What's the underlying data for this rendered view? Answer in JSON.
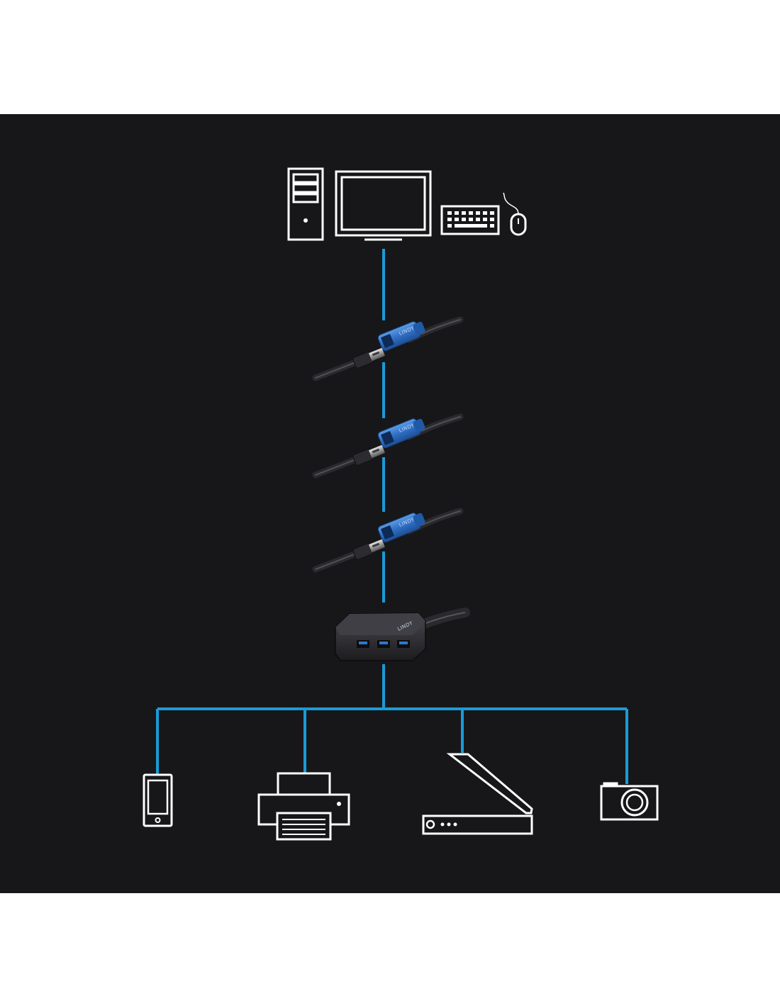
{
  "diagram": {
    "background_color": "#17171a",
    "page_color": "#ffffff",
    "line_color": "#1a9bd7",
    "icon_color": "#ffffff",
    "cable_color": "#2a2a2e",
    "extender_color": "#2f6fc4",
    "brand_logo_text": "LINDY",
    "host_devices": [
      "pc-tower-icon",
      "monitor-icon",
      "keyboard-icon",
      "mouse-icon"
    ],
    "extender_cables": 3,
    "hub_ports": 3,
    "peripherals": [
      "smartphone-icon",
      "printer-icon",
      "flatbed-scanner-icon",
      "camera-icon"
    ]
  }
}
